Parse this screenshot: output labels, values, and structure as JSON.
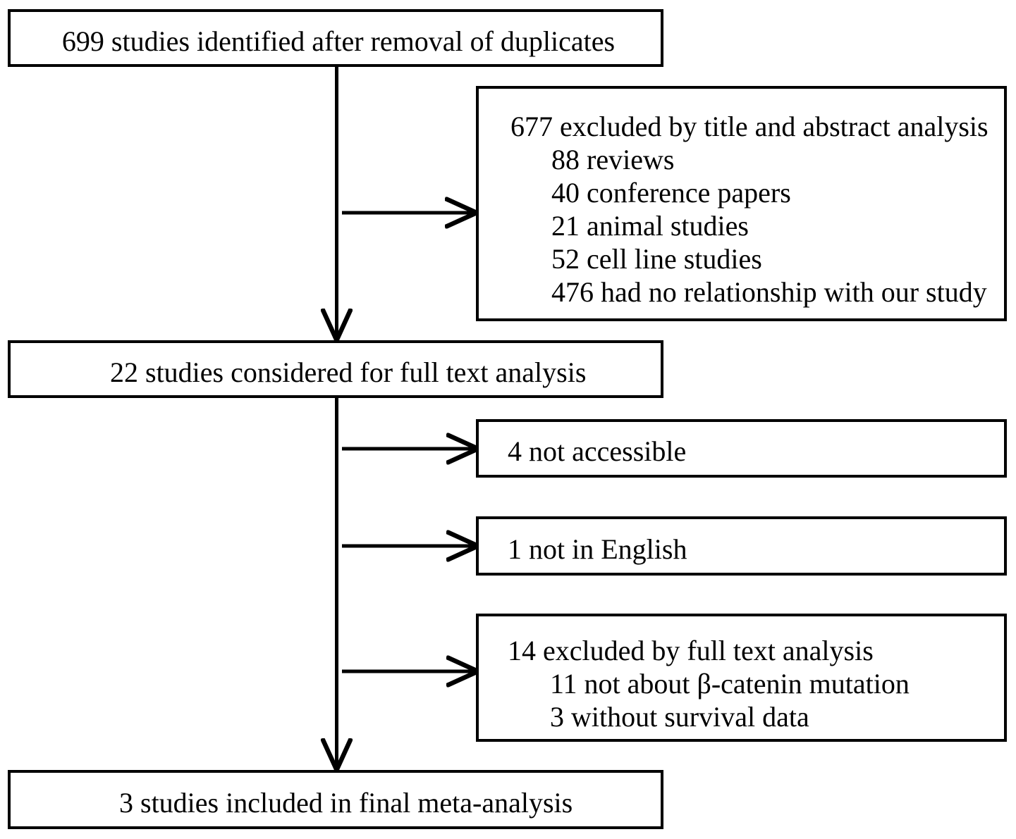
{
  "diagram": {
    "title": "PRISMA study selection flow diagram",
    "stroke_color": "#000000",
    "background_color": "#ffffff",
    "boxes": {
      "identified": {
        "text": "699 studies identified after removal of duplicates",
        "count": "699"
      },
      "excluded_title_abstract": {
        "heading": "677 excluded by title and abstract analysis",
        "count": "677",
        "reasons": [
          "88 reviews",
          "40 conference papers",
          "21 animal studies",
          "52 cell line studies",
          "476 had no relationship with our study"
        ]
      },
      "full_text_considered": {
        "text": "22 studies considered for full text analysis",
        "count": "22"
      },
      "not_accessible": {
        "text": "4 not accessible",
        "count": "4"
      },
      "not_english": {
        "text": "1 not in English",
        "count": "1"
      },
      "excluded_full_text": {
        "heading": "14 excluded by full text analysis",
        "count": "14",
        "reasons": [
          "11 not about β-catenin mutation",
          "3 without survival data"
        ]
      },
      "included_final": {
        "text": "3 studies included in final meta-analysis",
        "count": "3"
      }
    },
    "connectors": [
      {
        "name": "identified-to-full-text",
        "type": "vertical-arrow"
      },
      {
        "name": "identified-to-excluded-title-abstract",
        "type": "horizontal-arrow"
      },
      {
        "name": "full-text-to-not-accessible",
        "type": "horizontal-arrow"
      },
      {
        "name": "full-text-to-not-english",
        "type": "horizontal-arrow"
      },
      {
        "name": "full-text-to-excluded-full-text",
        "type": "horizontal-arrow"
      },
      {
        "name": "full-text-to-included-final",
        "type": "vertical-arrow"
      }
    ]
  }
}
